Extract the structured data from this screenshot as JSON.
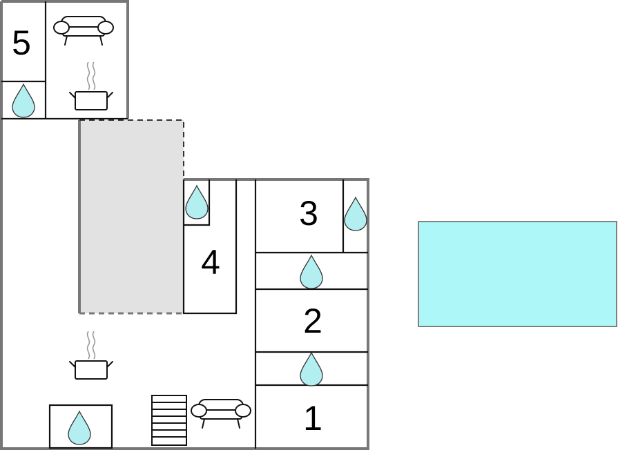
{
  "floorplan": {
    "rooms": [
      {
        "label": "5"
      },
      {
        "label": "4"
      },
      {
        "label": "3"
      },
      {
        "label": "2"
      },
      {
        "label": "1"
      }
    ],
    "colors": {
      "pool": "#aef7f8",
      "pool_border": "#808080",
      "terrace": "#e2e2e2",
      "water_drop": "#b3eef0",
      "outer_wall": "#777777",
      "inner_wall": "#111111"
    },
    "icons": [
      "sofa-icon",
      "cooking-pot-icon",
      "water-drop-icon",
      "stairs-icon"
    ]
  }
}
